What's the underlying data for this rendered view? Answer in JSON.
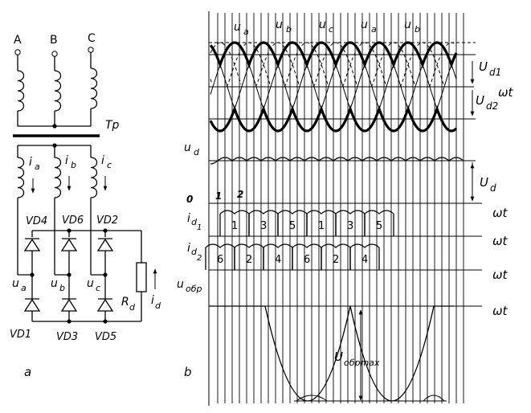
{
  "circuit": {
    "phases": [
      "A",
      "B",
      "C"
    ],
    "transformer": "Tp",
    "currents_sec": [
      "i",
      "i",
      "i"
    ],
    "currents_sec_sub": [
      "a",
      "b",
      "c"
    ],
    "diodes_top": [
      "VD4",
      "VD6",
      "VD2"
    ],
    "diodes_bottom": [
      "VD1",
      "VD3",
      "VD5"
    ],
    "node_voltages": [
      "u",
      "u",
      "u"
    ],
    "node_voltages_sub": [
      "a",
      "b",
      "c"
    ],
    "load": "R",
    "load_sub": "d",
    "load_current": "i",
    "load_current_sub": "d",
    "caption": "a"
  },
  "waveforms": {
    "phase_labels": [
      "u",
      "u",
      "u",
      "u",
      "u"
    ],
    "phase_label_subs": [
      "a",
      "b",
      "c",
      "a",
      "b"
    ],
    "ud1": "U",
    "ud1_sub": "d1",
    "ud2": "U",
    "ud2_sub": "d2",
    "omega_t": "ωt",
    "ud_label": "u",
    "ud_label_sub": "d",
    "Ud": "U",
    "Ud_sub": "d",
    "origin": "0",
    "mark1": "1",
    "mark2": "2",
    "id1": "i",
    "id1_sub": "d",
    "id1_sub2": "1",
    "id1_segments": [
      "1",
      "3",
      "5",
      "1",
      "3",
      "5"
    ],
    "id2": "i",
    "id2_sub": "d",
    "id2_sub2": "2",
    "id2_segments": [
      "6",
      "2",
      "4",
      "6",
      "2",
      "4"
    ],
    "uobr": "u",
    "uobr_sub": "обр",
    "Uobrmax": "U",
    "Uobrmax_sub": "обрmax",
    "caption": "b"
  }
}
